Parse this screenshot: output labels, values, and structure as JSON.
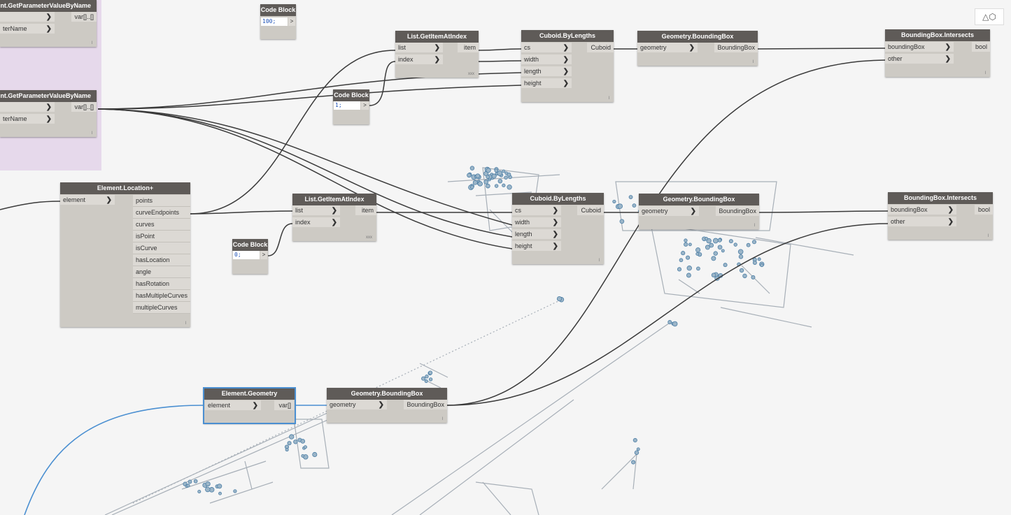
{
  "colors": {
    "wire": "#3a3a3a",
    "wire_selected": "#4a8fd1",
    "node_header": "#5f5b58",
    "node_body": "#cdcac4",
    "group": "#e6d9eb",
    "geometry": "#9aa3ad",
    "geometry_point": "#6f9fbf"
  },
  "nav_widget": {
    "icon": "3d-view-icon"
  },
  "nodes": {
    "get_param_1": {
      "title": "nt.GetParameterValueByName",
      "inputs": [
        "",
        "terName"
      ],
      "output": "var[]..[]",
      "lacing": "l"
    },
    "get_param_2": {
      "title": "nt.GetParameterValueByName",
      "inputs": [
        "",
        "terName"
      ],
      "output": "var[]..[]",
      "lacing": "l"
    },
    "code_block_1": {
      "title": "Code Block",
      "code": "100;",
      "out": ">"
    },
    "code_block_2": {
      "title": "Code Block",
      "code": "1;",
      "out": ">"
    },
    "code_block_3": {
      "title": "Code Block",
      "code": "0;",
      "out": ">"
    },
    "list_get_1": {
      "title": "List.GetItemAtIndex",
      "inputs": [
        "list",
        "index"
      ],
      "output": "item",
      "lacing": "xxx"
    },
    "list_get_2": {
      "title": "List.GetItemAtIndex",
      "inputs": [
        "list",
        "index"
      ],
      "output": "item",
      "lacing": "xxx"
    },
    "cuboid_1": {
      "title": "Cuboid.ByLengths",
      "inputs": [
        "cs",
        "width",
        "length",
        "height"
      ],
      "output": "Cuboid",
      "lacing": "l"
    },
    "cuboid_2": {
      "title": "Cuboid.ByLengths",
      "inputs": [
        "cs",
        "width",
        "length",
        "height"
      ],
      "output": "Cuboid",
      "lacing": "l"
    },
    "geom_bb_1": {
      "title": "Geometry.BoundingBox",
      "inputs": [
        "geometry"
      ],
      "output": "BoundingBox",
      "lacing": "l"
    },
    "geom_bb_2": {
      "title": "Geometry.BoundingBox",
      "inputs": [
        "geometry"
      ],
      "output": "BoundingBox",
      "lacing": "l"
    },
    "geom_bb_3": {
      "title": "Geometry.BoundingBox",
      "inputs": [
        "geometry"
      ],
      "output": "BoundingBox",
      "lacing": "l"
    },
    "bb_intersects_1": {
      "title": "BoundingBox.Intersects",
      "inputs": [
        "boundingBox",
        "other"
      ],
      "output": "bool",
      "lacing": "l"
    },
    "bb_intersects_2": {
      "title": "BoundingBox.Intersects",
      "inputs": [
        "boundingBox",
        "other"
      ],
      "output": "bool",
      "lacing": "l"
    },
    "element_location": {
      "title": "Element.Location+",
      "inputs": [
        "element"
      ],
      "outputs": [
        "points",
        "curveEndpoints",
        "curves",
        "isPoint",
        "isCurve",
        "hasLocation",
        "angle",
        "hasRotation",
        "hasMultipleCurves",
        "multipleCurves"
      ],
      "lacing": "l"
    },
    "element_geometry": {
      "title": "Element.Geometry",
      "inputs": [
        "element"
      ],
      "output": "var[]",
      "lacing": ""
    }
  }
}
